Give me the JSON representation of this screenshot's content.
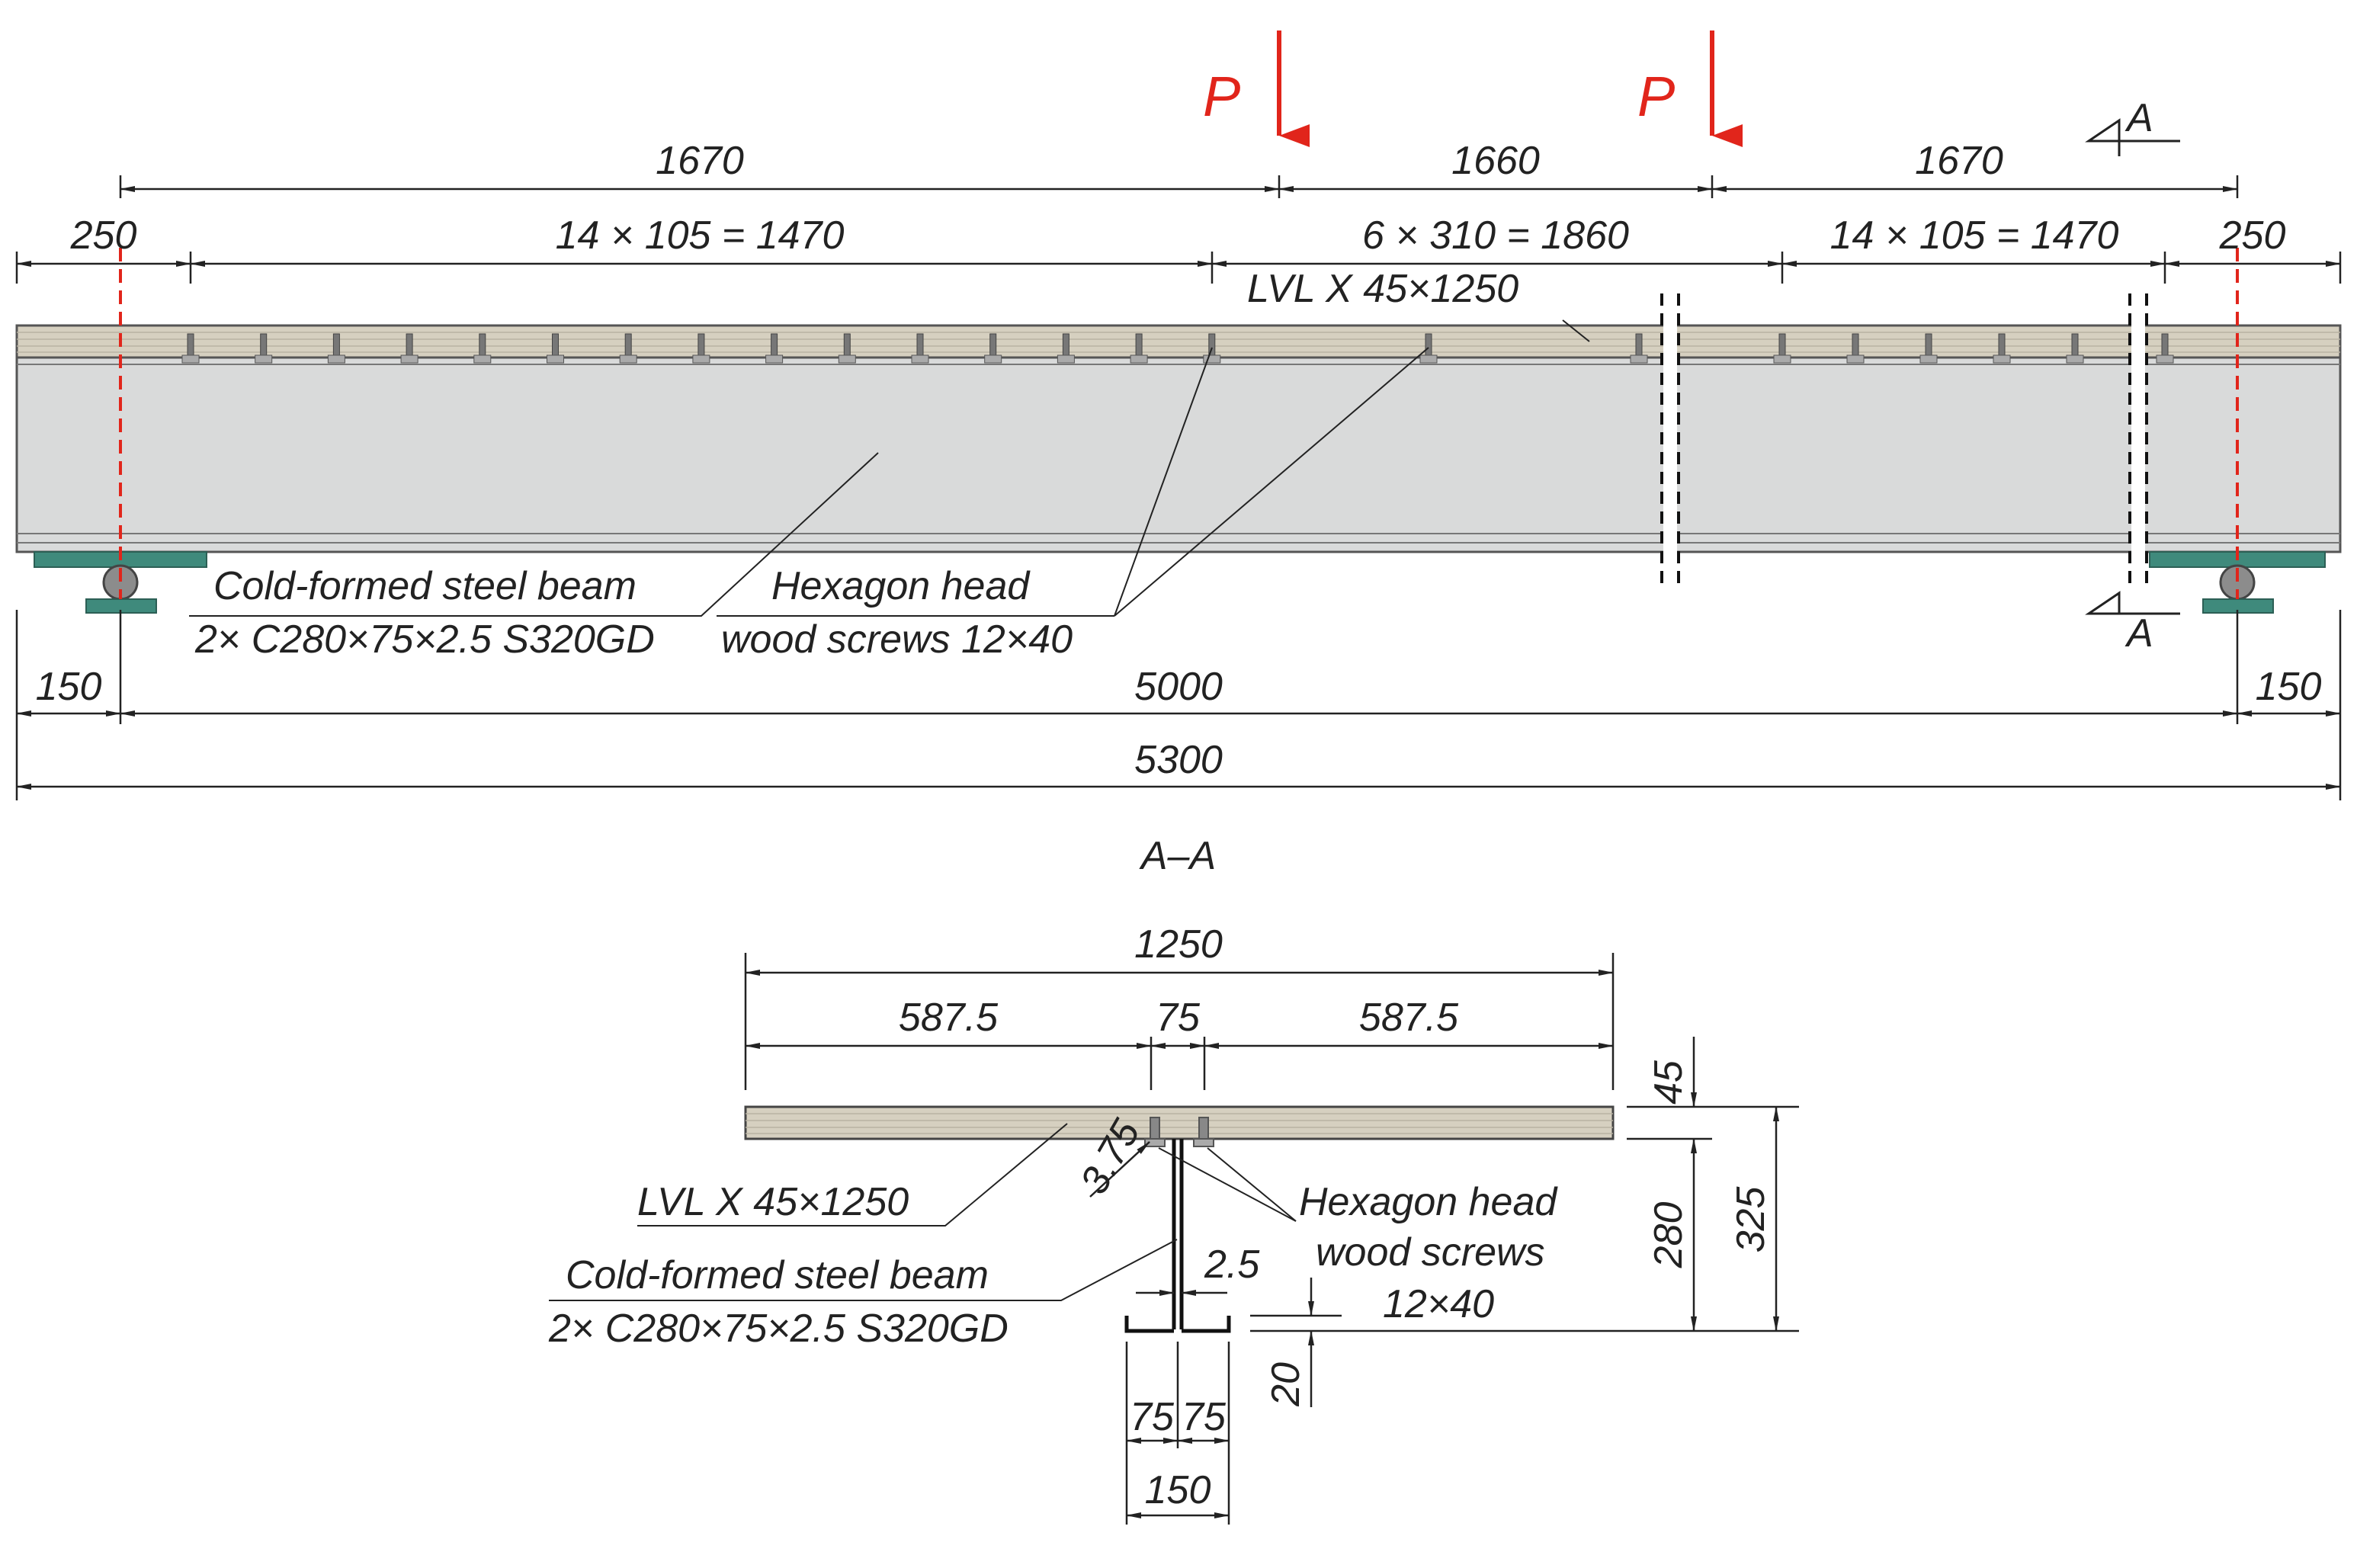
{
  "loads": {
    "p1": "P",
    "p2": "P"
  },
  "section_marks": {
    "top": "A",
    "bottom": "A",
    "section_title": "A–A"
  },
  "elevation": {
    "dims_row1": {
      "left": "1670",
      "mid": "1660",
      "right": "1670"
    },
    "dims_row2": {
      "left_end": "250",
      "left_screws": "14 × 105 = 1470",
      "mid_screws": "6 × 310 = 1860",
      "right_screws": "14 × 105 = 1470",
      "right_end": "250"
    },
    "dims_bottom": {
      "left_overhang": "150",
      "span": "5000",
      "right_overhang": "150",
      "total": "5300"
    },
    "labels": {
      "lvl": "LVL X 45×1250",
      "beam_line1": "Cold-formed steel beam",
      "beam_line2": "2× C280×75×2.5 S320GD",
      "screws_line1": "Hexagon head",
      "screws_line2": "wood screws 12×40"
    }
  },
  "section": {
    "dims": {
      "width_total": "1250",
      "left": "587.5",
      "center": "75",
      "right": "587.5",
      "lvl_thickness": "45",
      "beam_height": "280",
      "total_height": "325",
      "web_thickness": "2.5",
      "screw_offset": "3.75",
      "lip": "20",
      "flange_left": "75",
      "flange_right": "75",
      "flange_total": "150"
    },
    "labels": {
      "lvl": "LVL X 45×1250",
      "beam_line1": "Cold-formed steel beam",
      "beam_line2": "2× C280×75×2.5 S320GD",
      "screws_line1": "Hexagon head",
      "screws_line2": "wood screws",
      "screws_line3": "12×40"
    }
  },
  "colors": {
    "load_arrow": "#e1251b",
    "lvl_fill": "#d6d0c0",
    "steel_fill": "#d9dada",
    "support_plate": "#3f8a7c",
    "roller": "#8c8c8c",
    "centerline": "#e1251b"
  }
}
